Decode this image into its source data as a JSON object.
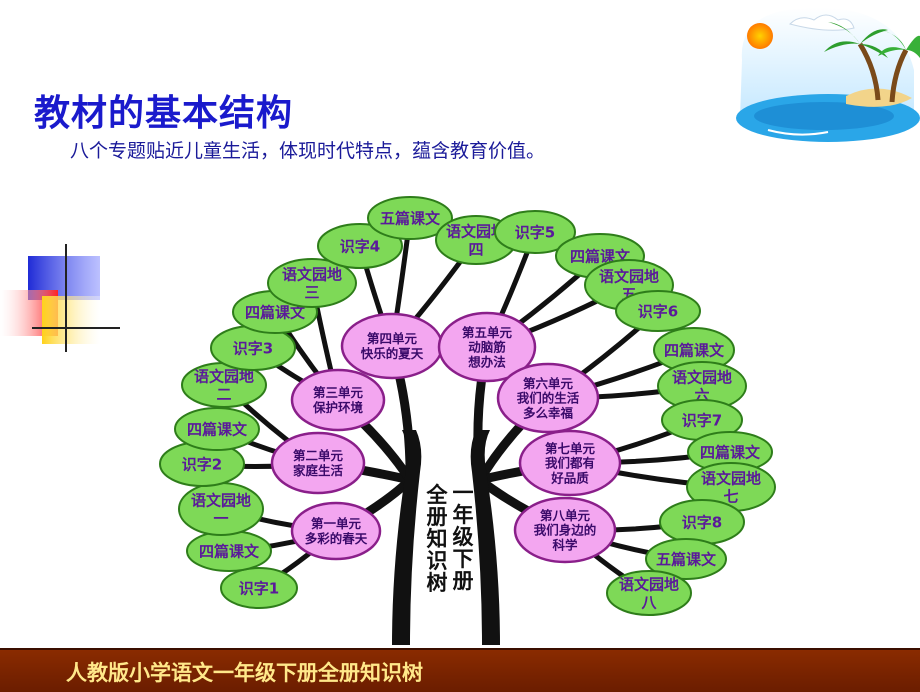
{
  "title": "教材的基本结构",
  "subtitle": "八个专题贴近儿童生活，体现时代特点，蕴含教育价值。",
  "trunk_left_label": "全册知识树",
  "trunk_right_label": "一年级下册",
  "units": [
    {
      "id": "unit1",
      "lines": [
        "第一单元",
        "多彩的春天"
      ]
    },
    {
      "id": "unit2",
      "lines": [
        "第二单元",
        "家庭生活"
      ]
    },
    {
      "id": "unit3",
      "lines": [
        "第三单元",
        "保护环境"
      ]
    },
    {
      "id": "unit4",
      "lines": [
        "第四单元",
        "快乐的夏天"
      ]
    },
    {
      "id": "unit5",
      "lines": [
        "第五单元",
        "动脑筋",
        "想办法"
      ]
    },
    {
      "id": "unit6",
      "lines": [
        "第六单元",
        "我们的生活",
        "多么幸福"
      ]
    },
    {
      "id": "unit7",
      "lines": [
        "第七单元",
        "我们都有",
        "好品质"
      ]
    },
    {
      "id": "unit8",
      "lines": [
        "第八单元",
        "我们身边的",
        "科学"
      ]
    }
  ],
  "leaves": [
    {
      "lines": [
        "识字1"
      ]
    },
    {
      "lines": [
        "四篇课文"
      ]
    },
    {
      "lines": [
        "语文园地",
        "一"
      ]
    },
    {
      "lines": [
        "识字2"
      ]
    },
    {
      "lines": [
        "四篇课文"
      ]
    },
    {
      "lines": [
        "语文园地",
        "二"
      ]
    },
    {
      "lines": [
        "识字3"
      ]
    },
    {
      "lines": [
        "四篇课文"
      ]
    },
    {
      "lines": [
        "语文园地",
        "三"
      ]
    },
    {
      "lines": [
        "识字4"
      ]
    },
    {
      "lines": [
        "五篇课文"
      ]
    },
    {
      "lines": [
        "语文园地",
        "四"
      ]
    },
    {
      "lines": [
        "识字5"
      ]
    },
    {
      "lines": [
        "四篇课文"
      ]
    },
    {
      "lines": [
        "语文园地",
        "五"
      ]
    },
    {
      "lines": [
        "识字6"
      ]
    },
    {
      "lines": [
        "四篇课文"
      ]
    },
    {
      "lines": [
        "语文园地",
        "六"
      ]
    },
    {
      "lines": [
        "识字7"
      ]
    },
    {
      "lines": [
        "四篇课文"
      ]
    },
    {
      "lines": [
        "语文园地",
        "七"
      ]
    },
    {
      "lines": [
        "识字8"
      ]
    },
    {
      "lines": [
        "五篇课文"
      ]
    },
    {
      "lines": [
        "语文园地",
        "八"
      ]
    }
  ],
  "bottom_banner": "人教版小学语文一年级下册全册知识树",
  "colors": {
    "title": "#1a1acc",
    "leaf_fill": "#7ed957",
    "leaf_stroke": "#2e7d1a",
    "unit_fill": "#f3a6f0",
    "unit_stroke": "#8a1f8a",
    "branch": "#111111",
    "banner": "#7a2400",
    "banner_text": "#ffe88a"
  },
  "icons": [
    "tropical-island-icon",
    "decorative-squares-icon"
  ]
}
